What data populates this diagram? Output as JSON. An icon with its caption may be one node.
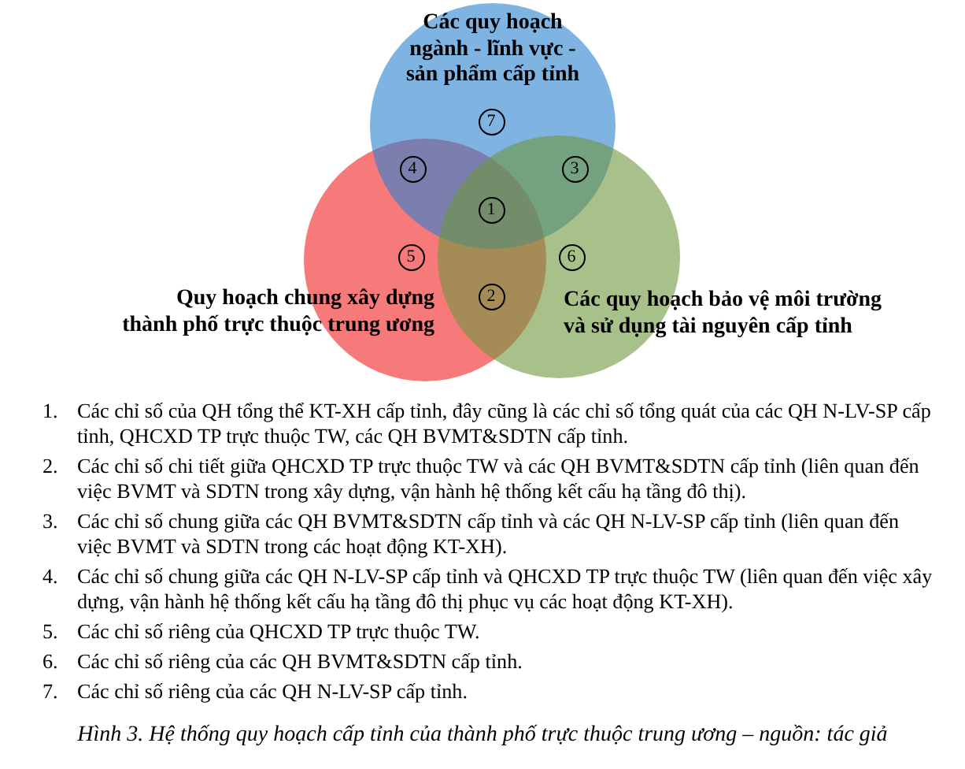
{
  "diagram": {
    "caption": "Hình 3. Hệ thống quy hoạch cấp tỉnh của thành phố trực thuộc trung ương – nguồn: tác giả",
    "nodes": [
      {
        "text": [
          "Các quy hoạch ngành - lĩnh vực - sản phẩm cấp tỉnh"
        ]
      },
      {
        "text": [
          "Quy hoạch chung xây dựng thành phố trực thuộc trung ương"
        ]
      },
      {
        "text": [
          "Các quy hoạch bảo vệ môi trường và sử dụng tài nguyên cấp tỉnh"
        ]
      },
      {
        "text": [
          "7"
        ],
        "in": 0
      },
      {
        "text": [
          "4"
        ]
      },
      {
        "text": [
          "3"
        ]
      },
      {
        "text": [
          "1"
        ]
      },
      {
        "text": [
          "5"
        ],
        "in": 1
      },
      {
        "text": [
          "6"
        ],
        "in": 2
      },
      {
        "text": [
          "2"
        ]
      }
    ],
    "labels": [
      "1.",
      "Các chỉ số của QH tổng thể KT-XH cấp tỉnh, đây cũng là các chỉ số tổng quát của các QH N-LV-SP cấp tỉnh, QHCXD TP trực thuộc TW, các QH BVMT&SDTN cấp tỉnh.",
      "2.",
      "Các chỉ số chi tiết giữa QHCXD TP trực thuộc TW và các QH BVMT&SDTN cấp tỉnh (liên quan đến việc BVMT và SDTN trong xây dựng, vận hành hệ thống kết cấu hạ tầng đô thị).",
      "3.",
      "Các chỉ số chung giữa các QH BVMT&SDTN cấp tỉnh và các QH N-LV-SP cấp tỉnh (liên quan đến việc BVMT và SDTN trong các hoạt động KT-XH).",
      "4.",
      "Các chỉ số chung giữa các QH N-LV-SP cấp tỉnh và QHCXD TP trực thuộc TW (liên quan đến việc xây dựng, vận hành hệ thống kết cấu hạ tầng đô thị phục vụ các hoạt động KT-XH).",
      "5.",
      "Các chỉ số riêng của QHCXD TP trực thuộc TW.",
      "6.",
      "Các chỉ số riêng của các QH BVMT&SDTN cấp tỉnh.",
      "7.",
      "Các chỉ số riêng của các QH N-LV-SP cấp tỉnh."
    ]
  }
}
